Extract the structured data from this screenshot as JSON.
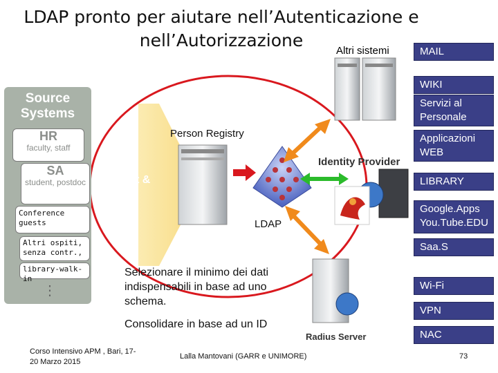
{
  "title_line1": "LDAP pronto per aiutare nell’Autenticazione e",
  "title_line2": "nell’Autorizzazione",
  "altri_sistemi": "Altri sistemi",
  "services": [
    "MAIL",
    "WIKI",
    "Servizi al Personale",
    "Applicazioni WEB",
    "LIBRARY",
    "Google.Apps",
    "You.Tube.EDU",
    "Saa.S",
    "Wi-Fi",
    "VPN",
    "NAC"
  ],
  "source": {
    "title": "Source Systems",
    "hr": {
      "head": "HR",
      "sub": "faculty, staff"
    },
    "sa": {
      "head": "SA",
      "sub": "student, postdoc"
    },
    "conference": "Conference guests",
    "altri_ospiti": "Altri ospiti, senza contr.,",
    "library_walk": "library-walk-in",
    "more": "⋮"
  },
  "reflect_join": "Reflect & Join",
  "person_registry": "Person Registry",
  "identity_provider": "Identity Provider",
  "ldap": "LDAP",
  "radius_server": "Radius Server",
  "text1": "Selezionare il minimo dei dati indispensabili in base ad uno schema.",
  "text2": "Consolidare in base ad un ID",
  "footer_left": "Corso Intensivo APM , Bari, 17-20 Marzo 2015",
  "footer_center": "Lalla Mantovani (GARR e UNIMORE)",
  "page_number": "73",
  "colors": {
    "service_bg": "#3a3f87",
    "orange_arrow": "#f08a1c",
    "green_arrow": "#2bbb2b",
    "red_arrow": "#d9181e",
    "side_panel": "#a9b2a8"
  }
}
